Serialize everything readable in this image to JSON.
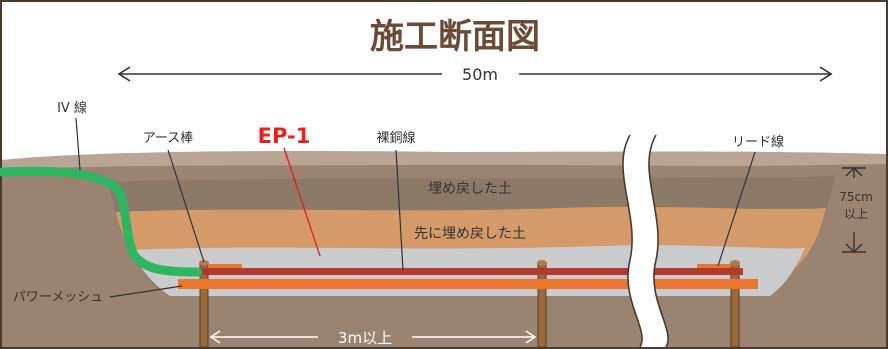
{
  "title": "施工断面図",
  "span_label": "50m",
  "labels": {
    "iv_wire": "IV 線",
    "earth_rod": "アース棒",
    "ep1": "EP-1",
    "bare_copper": "裸銅線",
    "lead_wire": "リード線",
    "backfill": "埋め戻した土",
    "first_backfill": "先に埋め戻した土",
    "depth_value": "75cm",
    "depth_suffix": "以上",
    "power_mesh": "パワーメッシュ",
    "rod_spacing": "3m以上"
  },
  "colors": {
    "border": "#4a3a2e",
    "title": "#6d4a36",
    "ground_outer": "#9a8371",
    "ground_light": "#b8a593",
    "backfill_top": "#8c7a69",
    "orange_soil": "#d49a6a",
    "gravel": "#c9cbcc",
    "iv_wire": "#2fb562",
    "power_mesh": "#e8762e",
    "bare_copper": "#b33a2f",
    "rod": "#9a6a3c",
    "ep1": "#e8201f"
  }
}
